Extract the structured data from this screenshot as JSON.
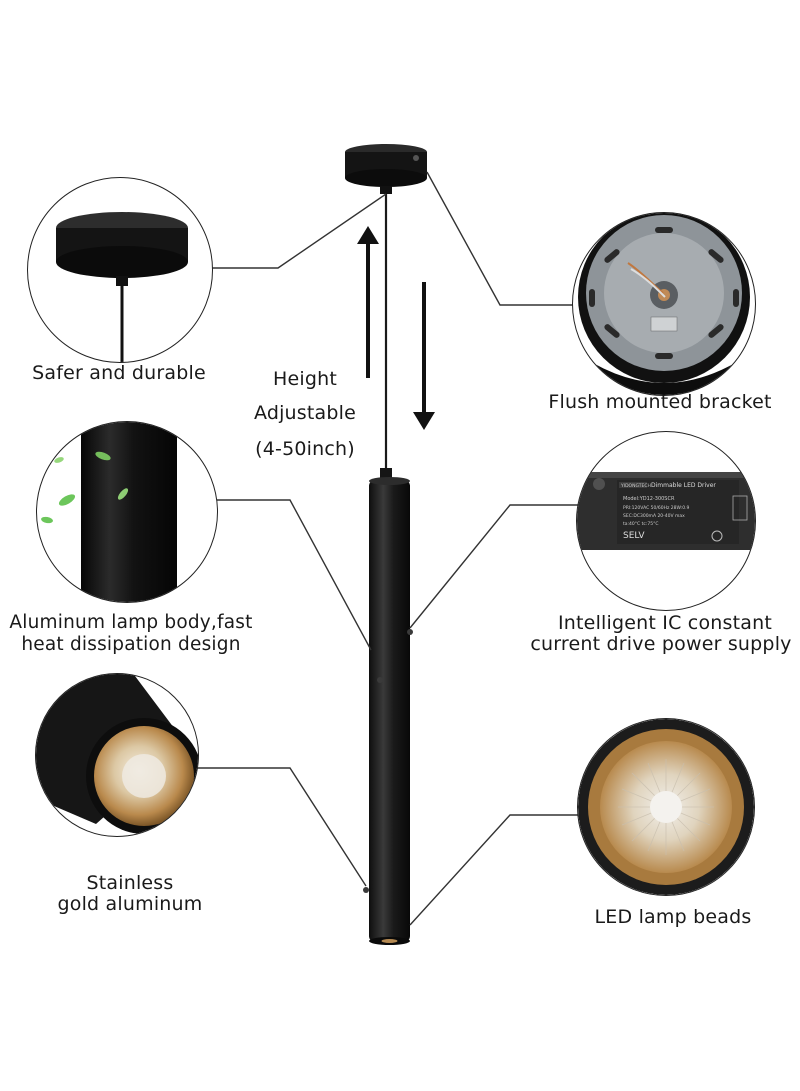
{
  "features": {
    "safer_durable": "Safer and durable",
    "flush_bracket": "Flush mounted bracket",
    "aluminum_body_line1": "Aluminum lamp body,fast",
    "aluminum_body_line2": "heat dissipation design",
    "ic_driver_line1": "Intelligent IC constant",
    "ic_driver_line2": "current drive power supply",
    "stainless_line1": "Stainless",
    "stainless_line2": "gold aluminum",
    "led_beads": "LED lamp beads"
  },
  "height": {
    "line1": "Height",
    "line2": "Adjustable",
    "line3": "(4-50inch)"
  },
  "driver_label": {
    "brand": "YIDONGTECH",
    "title": "Dimmable LED Driver",
    "model": "Model:YD12-300SCR",
    "spec1": "PRI:120VAC 50/60Hz 28W:0.9",
    "spec2": "SEC:DC300mA 20-40V max",
    "spec3": "ta:40°C  tc:75°C",
    "selv": "SELV"
  },
  "colors": {
    "lamp_black": "#1c1c1c",
    "gold": "#c9a063",
    "line": "#333333"
  }
}
